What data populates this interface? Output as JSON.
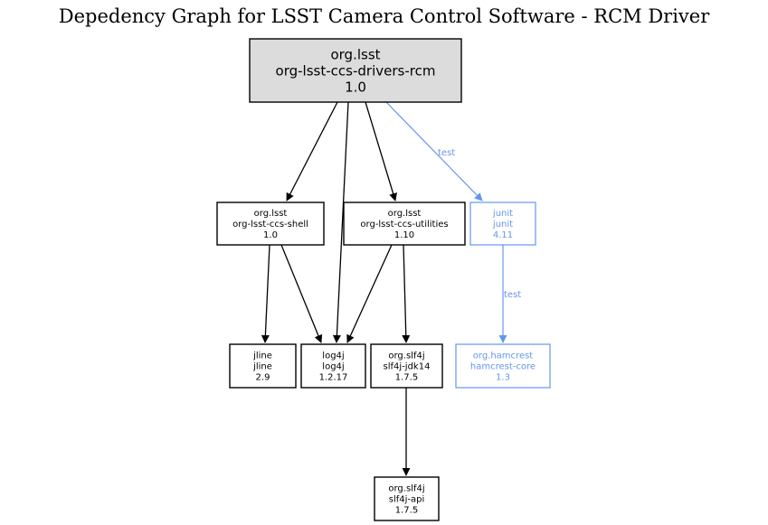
{
  "title": "Depedency Graph for LSST Camera Control Software - RCM Driver",
  "colors": {
    "default": "#000000",
    "test": "#6495ed",
    "root_fill": "#dcdcdc"
  },
  "nodes": [
    {
      "id": "rcm",
      "lines": [
        "org.lsst",
        "org-lsst-ccs-drivers-rcm",
        "1.0"
      ],
      "scope": "root"
    },
    {
      "id": "shell",
      "lines": [
        "org.lsst",
        "org-lsst-ccs-shell",
        "1.0"
      ],
      "scope": "compile"
    },
    {
      "id": "utilities",
      "lines": [
        "org.lsst",
        "org-lsst-ccs-utilities",
        "1.10"
      ],
      "scope": "compile"
    },
    {
      "id": "junit",
      "lines": [
        "junit",
        "junit",
        "4.11"
      ],
      "scope": "test"
    },
    {
      "id": "jline",
      "lines": [
        "jline",
        "jline",
        "2.9"
      ],
      "scope": "compile"
    },
    {
      "id": "log4j",
      "lines": [
        "log4j",
        "log4j",
        "1.2.17"
      ],
      "scope": "compile"
    },
    {
      "id": "slf4j-jdk14",
      "lines": [
        "org.slf4j",
        "slf4j-jdk14",
        "1.7.5"
      ],
      "scope": "compile"
    },
    {
      "id": "hamcrest",
      "lines": [
        "org.hamcrest",
        "hamcrest-core",
        "1.3"
      ],
      "scope": "test"
    },
    {
      "id": "slf4j-api",
      "lines": [
        "org.slf4j",
        "slf4j-api",
        "1.7.5"
      ],
      "scope": "compile"
    }
  ],
  "edges": [
    {
      "from": "rcm",
      "to": "shell",
      "label": ""
    },
    {
      "from": "rcm",
      "to": "log4j",
      "label": ""
    },
    {
      "from": "rcm",
      "to": "utilities",
      "label": ""
    },
    {
      "from": "rcm",
      "to": "junit",
      "label": "test"
    },
    {
      "from": "shell",
      "to": "jline",
      "label": ""
    },
    {
      "from": "shell",
      "to": "log4j",
      "label": ""
    },
    {
      "from": "utilities",
      "to": "log4j",
      "label": ""
    },
    {
      "from": "utilities",
      "to": "slf4j-jdk14",
      "label": ""
    },
    {
      "from": "junit",
      "to": "hamcrest",
      "label": "test"
    },
    {
      "from": "slf4j-jdk14",
      "to": "slf4j-api",
      "label": ""
    }
  ]
}
